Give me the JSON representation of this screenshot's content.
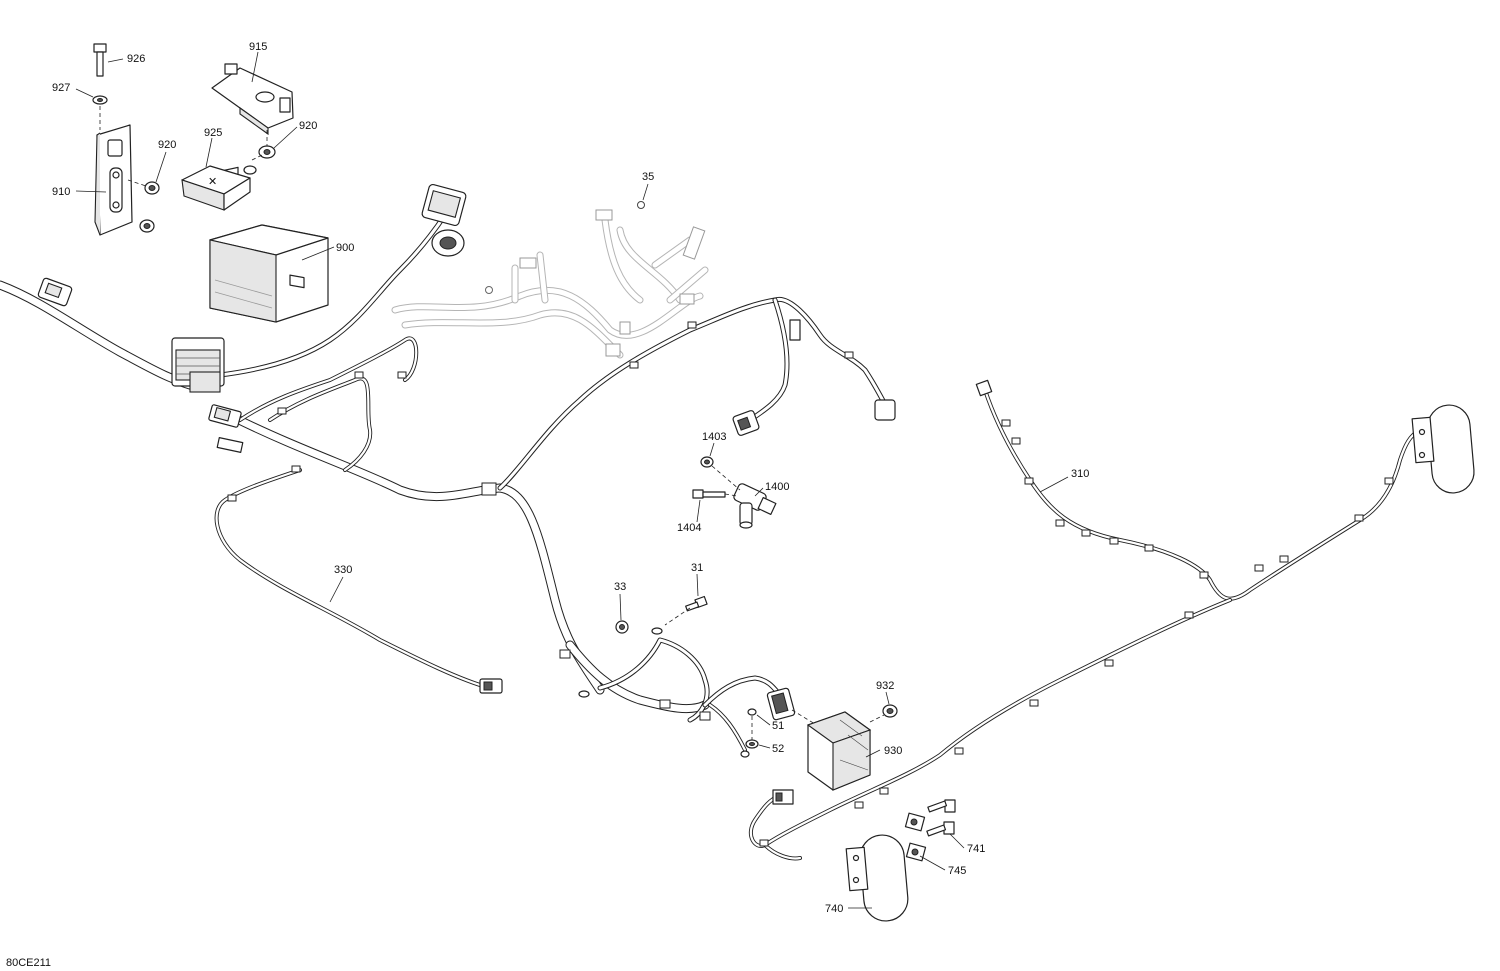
{
  "figure": {
    "ref_code": "80CE211"
  },
  "callouts": [
    {
      "id": "926",
      "text": "926"
    },
    {
      "id": "927",
      "text": "927"
    },
    {
      "id": "915",
      "text": "915"
    },
    {
      "id": "920a",
      "text": "920"
    },
    {
      "id": "920b",
      "text": "920"
    },
    {
      "id": "925",
      "text": "925"
    },
    {
      "id": "910",
      "text": "910"
    },
    {
      "id": "900",
      "text": "900"
    },
    {
      "id": "35",
      "text": "35"
    },
    {
      "id": "1403",
      "text": "1403"
    },
    {
      "id": "1400",
      "text": "1400"
    },
    {
      "id": "1404",
      "text": "1404"
    },
    {
      "id": "310",
      "text": "310"
    },
    {
      "id": "330",
      "text": "330"
    },
    {
      "id": "33",
      "text": "33"
    },
    {
      "id": "31",
      "text": "31"
    },
    {
      "id": "932",
      "text": "932"
    },
    {
      "id": "51",
      "text": "51"
    },
    {
      "id": "52",
      "text": "52"
    },
    {
      "id": "930",
      "text": "930"
    },
    {
      "id": "741",
      "text": "741"
    },
    {
      "id": "745",
      "text": "745"
    },
    {
      "id": "740",
      "text": "740"
    }
  ]
}
